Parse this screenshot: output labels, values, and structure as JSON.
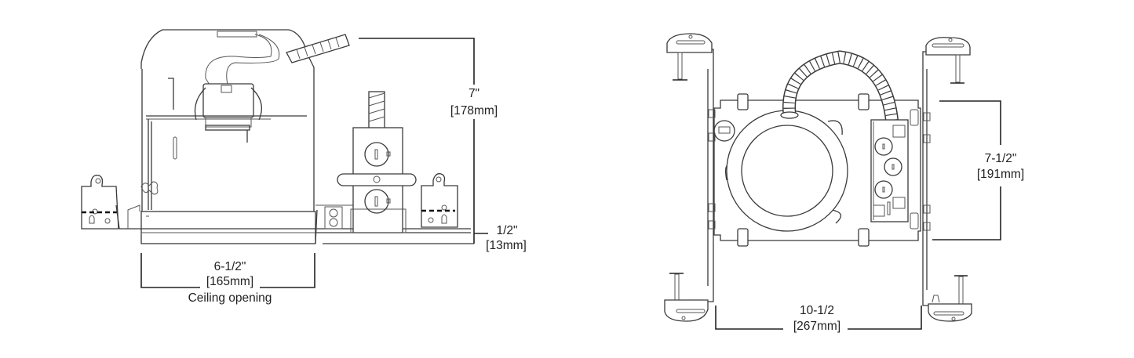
{
  "side_view": {
    "height_dim": {
      "imperial": "7\"",
      "metric": "[178mm]"
    },
    "trim_dim": {
      "imperial": "1/2\"",
      "metric": "[13mm]"
    },
    "opening_dim": {
      "imperial": "6-1/2\"",
      "metric": "[165mm]",
      "caption": "Ceiling opening"
    }
  },
  "top_view": {
    "depth_dim": {
      "imperial": "7-1/2\"",
      "metric": "[191mm]"
    },
    "width_dim": {
      "imperial": "10-1/2",
      "metric": "[267mm]"
    }
  }
}
